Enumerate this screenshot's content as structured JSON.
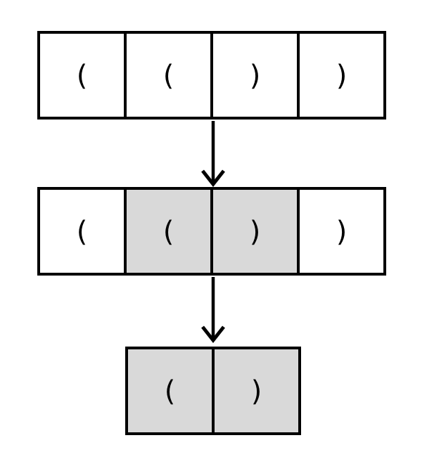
{
  "colors": {
    "stroke": "#000000",
    "cell_background": "#ffffff",
    "highlight": "#d9d9d9",
    "page_background": "#ffffff"
  },
  "diagram": {
    "rows": [
      {
        "id": "row-1",
        "cells": [
          {
            "label": "(",
            "highlighted": false
          },
          {
            "label": "(",
            "highlighted": false
          },
          {
            "label": ")",
            "highlighted": false
          },
          {
            "label": ")",
            "highlighted": false
          }
        ]
      },
      {
        "id": "row-2",
        "cells": [
          {
            "label": "(",
            "highlighted": false
          },
          {
            "label": "(",
            "highlighted": true
          },
          {
            "label": ")",
            "highlighted": true
          },
          {
            "label": ")",
            "highlighted": false
          }
        ]
      },
      {
        "id": "row-3",
        "cells": [
          {
            "label": "(",
            "highlighted": true
          },
          {
            "label": ")",
            "highlighted": true
          }
        ]
      }
    ],
    "arrows": [
      {
        "id": "arrow-1",
        "direction": "down"
      },
      {
        "id": "arrow-2",
        "direction": "down"
      }
    ]
  }
}
